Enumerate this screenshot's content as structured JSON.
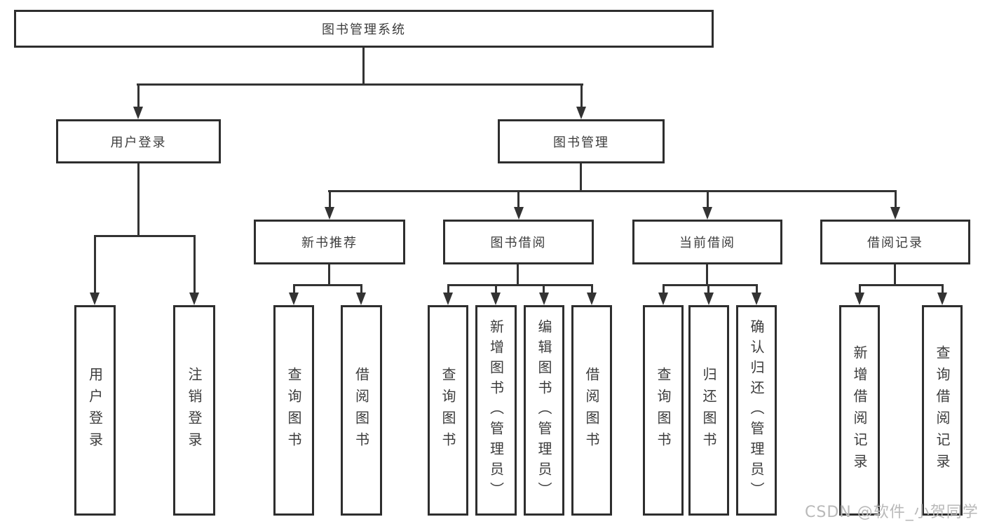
{
  "tree": {
    "label": "图书管理系统",
    "children": [
      {
        "label": "用户登录",
        "children": [
          {
            "label": "用户登录"
          },
          {
            "label": "注销登录"
          }
        ]
      },
      {
        "label": "图书管理",
        "children": [
          {
            "label": "新书推荐",
            "children": [
              {
                "label": "查询图书"
              },
              {
                "label": "借阅图书"
              }
            ]
          },
          {
            "label": "图书借阅",
            "children": [
              {
                "label": "查询图书"
              },
              {
                "label": "新增图书（管理员）"
              },
              {
                "label": "编辑图书（管理员）"
              },
              {
                "label": "借阅图书"
              }
            ]
          },
          {
            "label": "当前借阅",
            "children": [
              {
                "label": "查询图书"
              },
              {
                "label": "归还图书"
              },
              {
                "label": "确认归还（管理员）"
              }
            ]
          },
          {
            "label": "借阅记录",
            "children": [
              {
                "label": "新增借阅记录"
              },
              {
                "label": "查询借阅记录"
              }
            ]
          }
        ]
      }
    ]
  },
  "watermark": "CSDN @软件_小贺同学",
  "colors": {
    "line": "#333333",
    "box_border": "#2e2e2e",
    "text": "#3c3c3c",
    "watermark": "#b9b9b9",
    "background": "#ffffff"
  }
}
